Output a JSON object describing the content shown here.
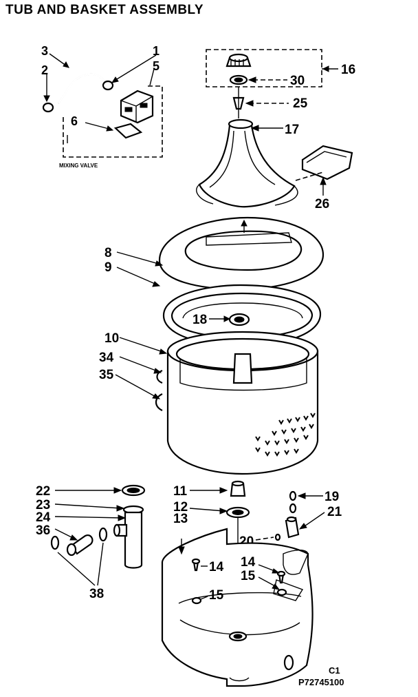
{
  "title": "TUB AND BASKET ASSEMBLY",
  "callouts": {
    "c1": "1",
    "c2": "2",
    "c3": "3",
    "c5": "5",
    "c6": "6",
    "c16": "16",
    "c30": "30",
    "c25": "25",
    "c17": "17",
    "c26": "26",
    "c8": "8",
    "c9": "9",
    "c18": "18",
    "c10": "10",
    "c34": "34",
    "c35": "35",
    "c22": "22",
    "c23": "23",
    "c24": "24",
    "c36": "36",
    "c38": "38",
    "c11": "11",
    "c12": "12",
    "c13": "13",
    "c19": "19",
    "c21": "21",
    "c20": "20",
    "c14a": "14",
    "c14b": "14",
    "c15a": "15",
    "c15b": "15"
  },
  "mixing_valve_label": "MIXING VALVE",
  "code_c1": "C1",
  "part_number": "P72745100"
}
